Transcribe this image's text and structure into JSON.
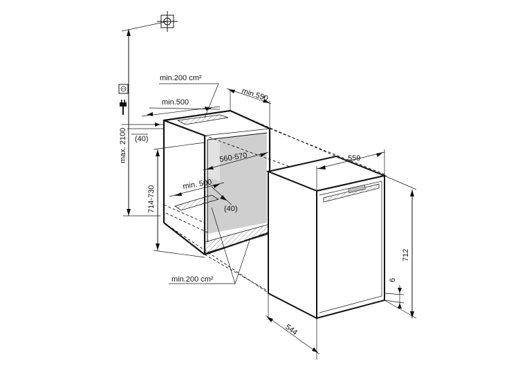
{
  "labels": {
    "max_height": "max. 2100",
    "vent_top_area": "min.200 cm²",
    "vent_top_width": "min.500",
    "min_depth_star": "min.550",
    "star": "*",
    "top_offset": "(40)",
    "niche_height": "714-730",
    "niche_width": "560-570",
    "vent_bottom_width": "min. 500",
    "bottom_offset": "(40)",
    "vent_bottom_area": "min.200 cm²",
    "appliance_width": "559",
    "appliance_height": "712",
    "plinth_gap": "6",
    "appliance_depth": "544"
  },
  "icons": [
    "crosshair-target-icon",
    "socket-outlet-icon",
    "power-plug-icon"
  ],
  "colors": {
    "line": "#111111",
    "shade": "#cfcfcf",
    "background": "#ffffff"
  }
}
